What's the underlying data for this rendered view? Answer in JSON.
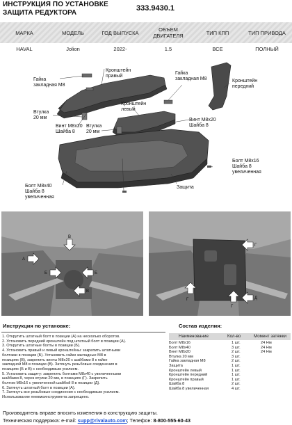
{
  "header": {
    "line1": "ИНСТРУКЦИЯ ПО УСТАНОВКЕ",
    "line2": "ЗАЩИТА РЕДУКТОРА",
    "code": "333.9430.1"
  },
  "spec_table": {
    "headers": [
      "МАРКА",
      "МОДЕЛЬ",
      "ГОД ВЫПУСКА",
      "ОБЪЕМ ДВИГАТЕЛЯ",
      "ТИП КПП",
      "ТИП ПРИВОДА"
    ],
    "values": [
      "HAVAL",
      "Jolion",
      "2022-",
      "1.5",
      "ВСЕ",
      "ПОЛНЫЙ"
    ]
  },
  "diagram_labels": {
    "bracket_right": "Кронштейн правый",
    "nut_m8": "Гайка закладная М8",
    "nut_m8_top": "Гайка закладная М8",
    "bracket_front": "Кронштейн передний",
    "bracket_left": "Кронштейн левый",
    "sleeve_20": "Втулка 20 мм",
    "screw_a": "Винт М8х20 Шайба 8",
    "sleeve_b": "Втулка 20 мм",
    "screw_b": "Винт М8х20 Шайба 8",
    "bolt_16": "Болт М8х16 Шайба 8 увеличенная",
    "bolt_40": "Болт М8х40 Шайба 8 увеличенная",
    "guard": "Защита"
  },
  "instructions": {
    "title": "Инструкция по установке:",
    "steps": [
      "1. Открутить штатный болт в позиции (А) на несколько оборотов.",
      "2. Установить передний кронштейн под штатный болт в позиции (А).",
      "3. Открутить штатные болты в позиции (Б).",
      "4. Установить правый и левый кронштейны: закрепить штатными",
      "   болтами в позиции (Б). Установить гайки закладные М8 в",
      "   позициях (В), закрепить винты М8х20 с шайбами 8 к гайке",
      "   закладной М8 в позиции (В). Затянуть резьбовые соединения в",
      "   позициях (Б и В) с необходимым усилием.",
      "5. Установить защиту: закрепить болтами М8х40 с увеличенными",
      "   шайбами 8, через втулки 20 мм, в позициях (Г). Закрепить",
      "   болтом М8х16 с увеличенной шайбой 8 в позиции (Д).",
      "6. Затянуть штатный болт в позиции (А).",
      "7. Затянуть все резьбовые соединения с необходимым усилием.",
      "   Использование пневмоинструмента запрещено."
    ]
  },
  "parts": {
    "title": "Состав изделия:",
    "col_name": "Наименование",
    "col_qty": "Кол-во",
    "col_torque": "Момент затяжки",
    "rows": [
      {
        "name": "Болт М8х16",
        "qty": "1 шт.",
        "torque": "24 Нм"
      },
      {
        "name": "Болт М8х40",
        "qty": "3 шт.",
        "torque": "24 Нм"
      },
      {
        "name": "Винт М8х20",
        "qty": "2 шт.",
        "torque": "24 Нм"
      },
      {
        "name": "Втулка 20 мм",
        "qty": "3 шт.",
        "torque": ""
      },
      {
        "name": "Гайка закладная М8",
        "qty": "2 шт.",
        "torque": ""
      },
      {
        "name": "Защита",
        "qty": "1 шт.",
        "torque": ""
      },
      {
        "name": "Кронштейн левый",
        "qty": "1 шт.",
        "torque": ""
      },
      {
        "name": "Кронштейн передний",
        "qty": "1 шт.",
        "torque": ""
      },
      {
        "name": "Кронштейн правый",
        "qty": "1 шт.",
        "torque": ""
      },
      {
        "name": "Шайба 8",
        "qty": "2 шт.",
        "torque": ""
      },
      {
        "name": "Шайба 8 увеличенная",
        "qty": "4 шт.",
        "torque": ""
      }
    ]
  },
  "footer": {
    "line1": "Производитель вправе вносить изменения в конструкцию защиты.",
    "support_label": "Техническая поддержка:  e-mail:",
    "email": "supp@rivalauto.com",
    "phone_label": "; Телефон:",
    "phone": "8-800-555-60-43"
  },
  "photo_markers": {
    "left": [
      "А",
      "Б",
      "Б",
      "В",
      "В"
    ],
    "right": [
      "Г",
      "Г",
      "Г",
      "Д"
    ]
  }
}
